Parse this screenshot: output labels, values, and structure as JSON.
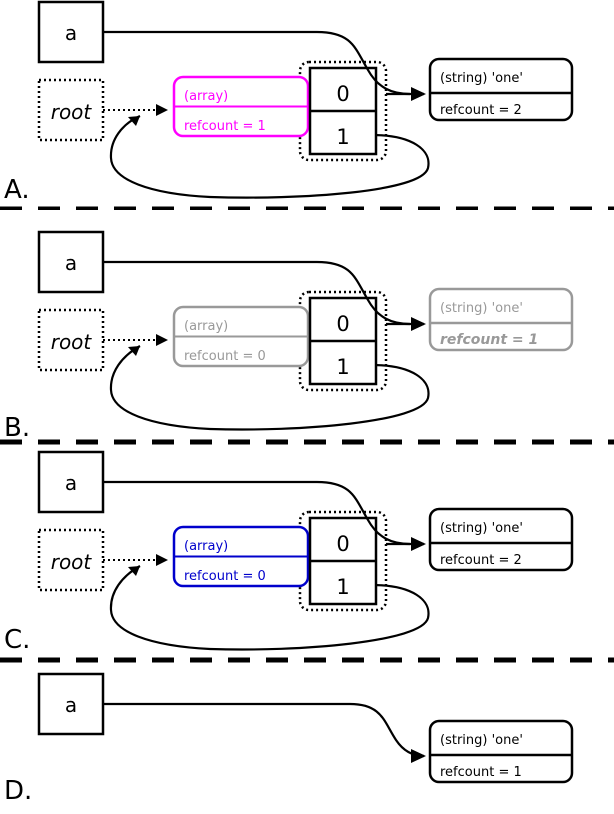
{
  "diagram": {
    "title": "PHP reference counting / garbage collection states",
    "colors": {
      "black": "#000000",
      "magenta": "#ff00ff",
      "blue": "#0000cc",
      "gray": "#999999",
      "white": "#ffffff"
    },
    "panels": [
      {
        "id": "A",
        "label": "A.",
        "variable_box": {
          "label": "a",
          "style": "solid"
        },
        "root_box": {
          "label": "root",
          "style": "dotted"
        },
        "array_node": {
          "type_label": "(array)",
          "refcount_label": "refcount = 1",
          "color": "#ff00ff",
          "dimmed": false,
          "bold_refcount": false
        },
        "cells": [
          {
            "index": "0"
          },
          {
            "index": "1"
          }
        ],
        "string_node": {
          "type_label": "(string) 'one'",
          "refcount_label": "refcount = 2",
          "color": "#000000",
          "dimmed": false,
          "bold_refcount": false
        },
        "has_array": true,
        "has_root": true,
        "self_loop": true
      },
      {
        "id": "B",
        "label": "B.",
        "variable_box": {
          "label": "a",
          "style": "solid"
        },
        "root_box": {
          "label": "root",
          "style": "dotted"
        },
        "array_node": {
          "type_label": "(array)",
          "refcount_label": "refcount = 0",
          "color": "#999999",
          "dimmed": true,
          "bold_refcount": false
        },
        "cells": [
          {
            "index": "0"
          },
          {
            "index": "1"
          }
        ],
        "string_node": {
          "type_label": "(string) 'one'",
          "refcount_label": "refcount = 1",
          "color": "#999999",
          "dimmed": true,
          "bold_refcount": true
        },
        "has_array": true,
        "has_root": true,
        "self_loop": true
      },
      {
        "id": "C",
        "label": "C.",
        "variable_box": {
          "label": "a",
          "style": "solid"
        },
        "root_box": {
          "label": "root",
          "style": "dotted"
        },
        "array_node": {
          "type_label": "(array)",
          "refcount_label": "refcount = 0",
          "color": "#0000cc",
          "dimmed": false,
          "bold_refcount": false
        },
        "cells": [
          {
            "index": "0"
          },
          {
            "index": "1"
          }
        ],
        "string_node": {
          "type_label": "(string) 'one'",
          "refcount_label": "refcount = 2",
          "color": "#000000",
          "dimmed": false,
          "bold_refcount": false
        },
        "has_array": true,
        "has_root": true,
        "self_loop": true
      },
      {
        "id": "D",
        "label": "D.",
        "variable_box": {
          "label": "a",
          "style": "solid"
        },
        "root_box": null,
        "array_node": null,
        "cells": [],
        "string_node": {
          "type_label": "(string) 'one'",
          "refcount_label": "refcount = 1",
          "color": "#000000",
          "dimmed": false,
          "bold_refcount": false
        },
        "has_array": false,
        "has_root": false,
        "self_loop": false
      }
    ],
    "separators": 3
  }
}
